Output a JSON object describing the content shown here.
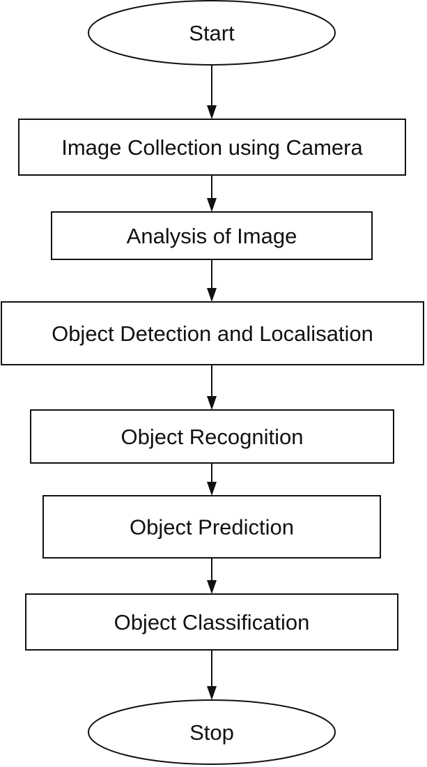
{
  "flowchart": {
    "nodes": [
      {
        "id": "start",
        "shape": "terminator",
        "label": "Start"
      },
      {
        "id": "image-collection",
        "shape": "process",
        "label": "Image Collection using Camera"
      },
      {
        "id": "analysis",
        "shape": "process",
        "label": "Analysis of Image"
      },
      {
        "id": "detection",
        "shape": "process",
        "label": "Object Detection and Localisation"
      },
      {
        "id": "recognition",
        "shape": "process",
        "label": "Object Recognition"
      },
      {
        "id": "prediction",
        "shape": "process",
        "label": "Object Prediction"
      },
      {
        "id": "classification",
        "shape": "process",
        "label": "Object Classification"
      },
      {
        "id": "stop",
        "shape": "terminator",
        "label": "Stop"
      }
    ],
    "edges": [
      {
        "from": "start",
        "to": "image-collection"
      },
      {
        "from": "image-collection",
        "to": "analysis"
      },
      {
        "from": "analysis",
        "to": "detection"
      },
      {
        "from": "detection",
        "to": "recognition"
      },
      {
        "from": "recognition",
        "to": "prediction"
      },
      {
        "from": "prediction",
        "to": "classification"
      },
      {
        "from": "classification",
        "to": "stop"
      }
    ],
    "colors": {
      "line": "#111111",
      "fill": "#ffffff",
      "text": "#111111"
    }
  }
}
